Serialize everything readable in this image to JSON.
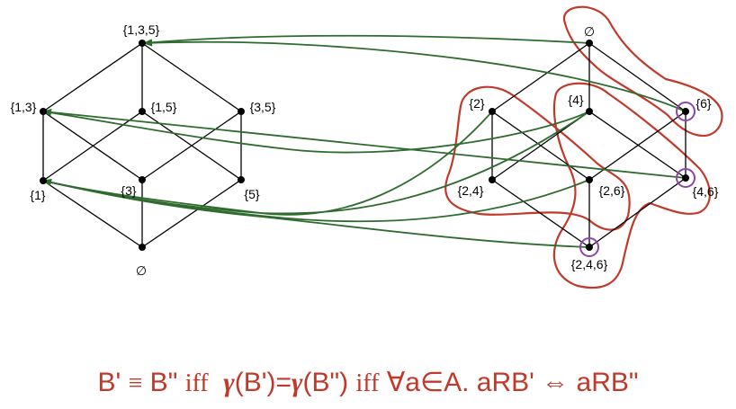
{
  "colors": {
    "edge": "#000000",
    "node": "#000000",
    "arrow": "#2e6b2e",
    "region": "#c0392b",
    "circle": "#8e44ad",
    "formula": "#c0392b"
  },
  "left_lattice": {
    "nodes": [
      {
        "id": "L135",
        "label": "{1,3,5}"
      },
      {
        "id": "L13",
        "label": "{1,3}"
      },
      {
        "id": "L15",
        "label": "{1,5}"
      },
      {
        "id": "L35",
        "label": "{3,5}"
      },
      {
        "id": "L1",
        "label": "{1}"
      },
      {
        "id": "L3",
        "label": "{3}"
      },
      {
        "id": "L5",
        "label": "{5}"
      },
      {
        "id": "Le",
        "label": "∅"
      }
    ]
  },
  "right_lattice": {
    "nodes": [
      {
        "id": "Re",
        "label": "∅"
      },
      {
        "id": "R2",
        "label": "{2}"
      },
      {
        "id": "R4",
        "label": "{4}"
      },
      {
        "id": "R6",
        "label": "{6}"
      },
      {
        "id": "R24",
        "label": "{2,4}"
      },
      {
        "id": "R26",
        "label": "{2,6}"
      },
      {
        "id": "R46",
        "label": "{4,6}"
      },
      {
        "id": "R246",
        "label": "{2,4,6}"
      }
    ]
  },
  "formula": {
    "p1": "B' ",
    "eq": "≡",
    "p2": " B\" ",
    "iff1": "iff",
    "gamma1": "γ",
    "p3": "(B')=",
    "gamma2": "γ",
    "p4": "(B\") ",
    "iff2": "iff",
    "p5": " ∀a∈A. aRB' ⇔ aRB\""
  }
}
